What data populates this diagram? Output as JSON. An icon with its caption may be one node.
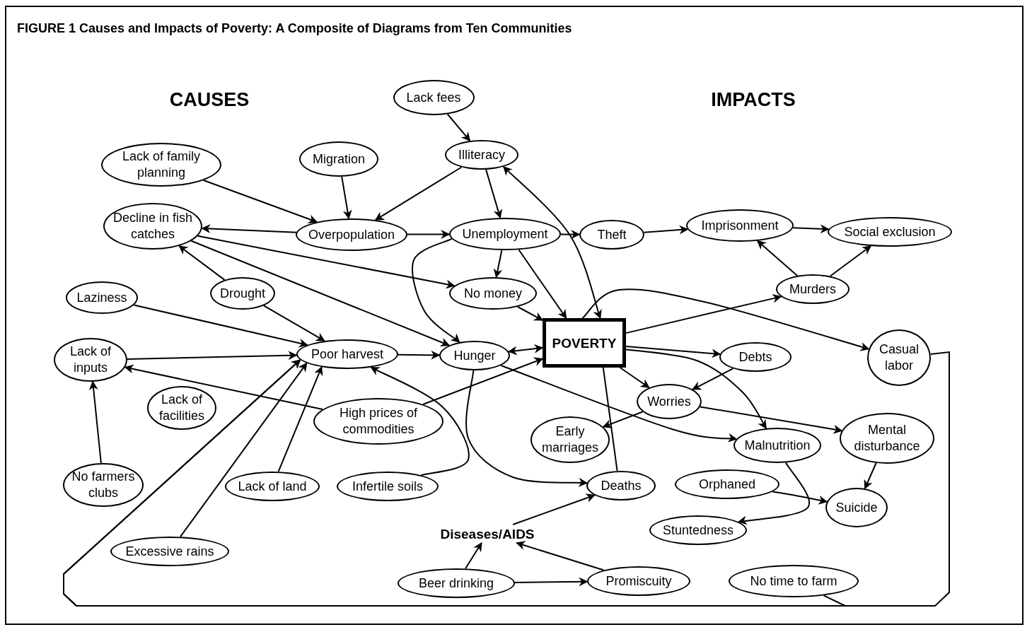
{
  "diagram": {
    "title": "FIGURE 1 Causes and Impacts of Poverty: A Composite of Diagrams from Ten Communities",
    "nodes": [
      {
        "text": [
          "Lack fees"
        ]
      },
      {
        "text": [
          "Lack of family planning"
        ]
      },
      {
        "text": [
          "Migration"
        ]
      },
      {
        "text": [
          "Illiteracy"
        ]
      },
      {
        "text": [
          "Decline in fish catches"
        ]
      },
      {
        "text": [
          "Overpopulation"
        ]
      },
      {
        "text": [
          "Unemployment"
        ]
      },
      {
        "text": [
          "Theft"
        ]
      },
      {
        "text": [
          "Imprisonment"
        ]
      },
      {
        "text": [
          "Social exclusion"
        ]
      },
      {
        "text": [
          "Laziness"
        ]
      },
      {
        "text": [
          "Drought"
        ]
      },
      {
        "text": [
          "No money"
        ]
      },
      {
        "text": [
          "Murders"
        ]
      },
      {
        "text": [
          "Lack of inputs"
        ]
      },
      {
        "text": [
          "Poor harvest"
        ]
      },
      {
        "text": [
          "Hunger"
        ]
      },
      {
        "text": [
          "POVERTY"
        ]
      },
      {
        "text": [
          "Debts"
        ]
      },
      {
        "text": [
          "Casual labor"
        ]
      },
      {
        "text": [
          "Lack of facilities"
        ]
      },
      {
        "text": [
          "High prices of commodities"
        ]
      },
      {
        "text": [
          "Worries"
        ]
      },
      {
        "text": [
          "Early marriages"
        ]
      },
      {
        "text": [
          "Mental disturbance"
        ]
      },
      {
        "text": [
          "Malnutrition"
        ]
      },
      {
        "text": [
          "No farmers clubs"
        ]
      },
      {
        "text": [
          "Lack of land"
        ]
      },
      {
        "text": [
          "Infertile soils"
        ]
      },
      {
        "text": [
          "Deaths"
        ]
      },
      {
        "text": [
          "Orphaned"
        ]
      },
      {
        "text": [
          "Suicide"
        ]
      },
      {
        "text": [
          "Stuntedness"
        ]
      },
      {
        "text": [
          "Excessive rains"
        ]
      },
      {
        "text": [
          "Diseases/AIDS"
        ]
      },
      {
        "text": [
          "Beer drinking"
        ]
      },
      {
        "text": [
          "Promiscuity"
        ]
      },
      {
        "text": [
          "No time to farm"
        ]
      }
    ],
    "edges": [
      {
        "from": 0,
        "to": 3,
        "arrow": "to"
      },
      {
        "from": 1,
        "to": 5,
        "arrow": "to"
      },
      {
        "from": 2,
        "to": 5,
        "arrow": "to"
      },
      {
        "from": 3,
        "to": 5,
        "arrow": "to"
      },
      {
        "from": 3,
        "to": 6,
        "arrow": "to"
      },
      {
        "from": 3,
        "to": 17,
        "arrow": "both"
      },
      {
        "from": 5,
        "to": 4,
        "arrow": "to"
      },
      {
        "from": 5,
        "to": 6,
        "arrow": "to"
      },
      {
        "from": 4,
        "to": 12,
        "arrow": "to"
      },
      {
        "from": 4,
        "to": 16,
        "arrow": "to"
      },
      {
        "from": 11,
        "to": 4,
        "arrow": "to"
      },
      {
        "from": 11,
        "to": 15,
        "arrow": "to"
      },
      {
        "from": 10,
        "to": 15,
        "arrow": "to"
      },
      {
        "from": 14,
        "to": 15,
        "arrow": "to"
      },
      {
        "from": 21,
        "to": 14,
        "arrow": "to"
      },
      {
        "from": 21,
        "to": 17,
        "arrow": "to"
      },
      {
        "from": 6,
        "to": 7,
        "arrow": "to"
      },
      {
        "from": 7,
        "to": 8,
        "arrow": "to"
      },
      {
        "from": 8,
        "to": 9,
        "arrow": "to"
      },
      {
        "from": 13,
        "to": 8,
        "arrow": "to"
      },
      {
        "from": 13,
        "to": 9,
        "arrow": "to"
      },
      {
        "from": 6,
        "to": 12,
        "arrow": "to"
      },
      {
        "from": 6,
        "to": 17,
        "arrow": "to"
      },
      {
        "from": 6,
        "to": 16,
        "arrow": "to"
      },
      {
        "from": 12,
        "to": 17,
        "arrow": "to"
      },
      {
        "from": 15,
        "to": 16,
        "arrow": "to"
      },
      {
        "from": 16,
        "to": 17,
        "arrow": "both"
      },
      {
        "from": 17,
        "to": 13,
        "arrow": "to"
      },
      {
        "from": 17,
        "to": 19,
        "arrow": "to"
      },
      {
        "from": 17,
        "to": 18,
        "arrow": "to"
      },
      {
        "from": 17,
        "to": 22,
        "arrow": "to"
      },
      {
        "from": 17,
        "to": 25,
        "arrow": "to"
      },
      {
        "from": 18,
        "to": 22,
        "arrow": "to"
      },
      {
        "from": 22,
        "to": 23,
        "arrow": "to"
      },
      {
        "from": 22,
        "to": 24,
        "arrow": "to"
      },
      {
        "from": 16,
        "to": 25,
        "arrow": "to"
      },
      {
        "from": 16,
        "to": 29,
        "arrow": "to"
      },
      {
        "from": 29,
        "to": 17,
        "arrow": "to"
      },
      {
        "from": 34,
        "to": 29,
        "arrow": "to"
      },
      {
        "from": 35,
        "to": 34,
        "arrow": "to"
      },
      {
        "from": 35,
        "to": 36,
        "arrow": "to"
      },
      {
        "from": 36,
        "to": 34,
        "arrow": "to"
      },
      {
        "from": 24,
        "to": 31,
        "arrow": "to"
      },
      {
        "from": 30,
        "to": 31,
        "arrow": "to"
      },
      {
        "from": 25,
        "to": 32,
        "arrow": "to"
      },
      {
        "from": 26,
        "to": 14,
        "arrow": "to"
      },
      {
        "from": 27,
        "to": 15,
        "arrow": "to"
      },
      {
        "from": 33,
        "to": 15,
        "arrow": "to"
      },
      {
        "from": 28,
        "to": 15,
        "arrow": "to"
      },
      {
        "from": 19,
        "to": 15,
        "arrow": "to"
      },
      {
        "from": 37,
        "to": 15,
        "arrow": "to"
      }
    ],
    "labels": [
      "CAUSES",
      "IMPACTS"
    ]
  }
}
